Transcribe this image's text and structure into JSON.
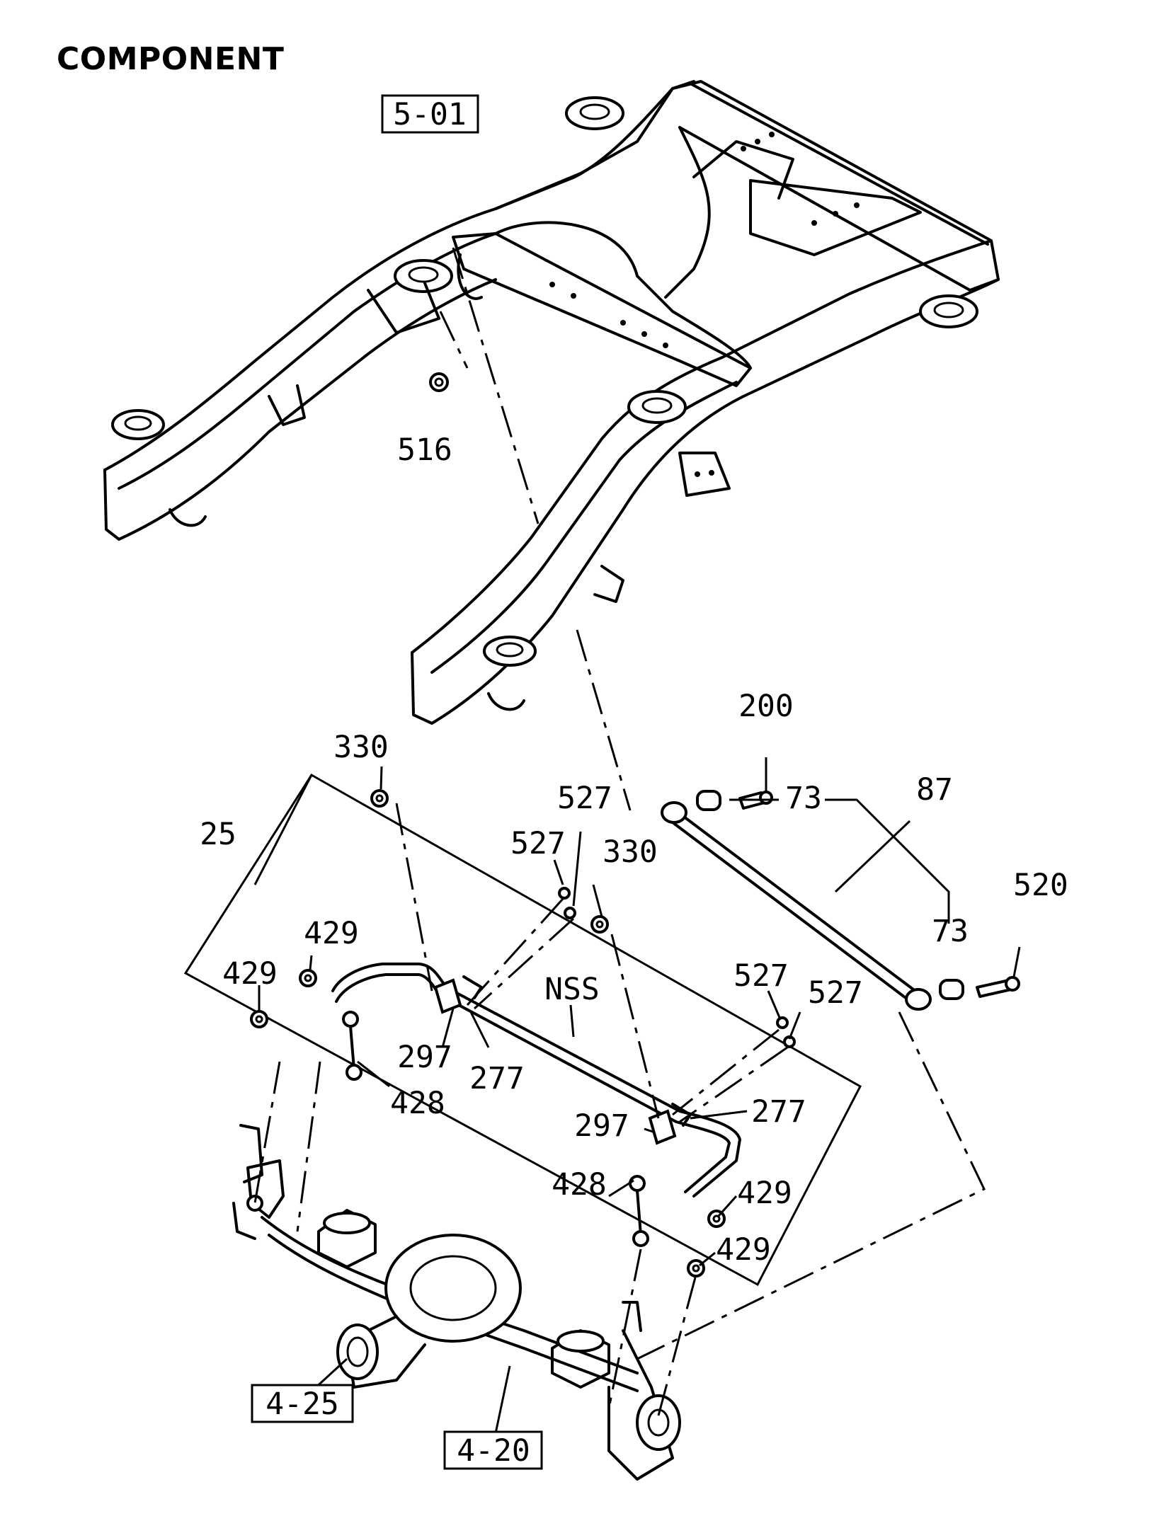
{
  "page": {
    "title": "COMPONENT"
  },
  "references": [
    {
      "id": "ref-5-01",
      "label": "5-01"
    },
    {
      "id": "ref-4-25",
      "label": "4-25"
    },
    {
      "id": "ref-4-20",
      "label": "4-20"
    }
  ],
  "callouts": [
    {
      "id": "c516",
      "label": "516"
    },
    {
      "id": "c200",
      "label": "200"
    },
    {
      "id": "c73a",
      "label": "73"
    },
    {
      "id": "c87",
      "label": "87"
    },
    {
      "id": "c520",
      "label": "520"
    },
    {
      "id": "c73b",
      "label": "73"
    },
    {
      "id": "c330a",
      "label": "330"
    },
    {
      "id": "c25",
      "label": "25"
    },
    {
      "id": "c527a",
      "label": "527"
    },
    {
      "id": "c527b",
      "label": "527"
    },
    {
      "id": "c330b",
      "label": "330"
    },
    {
      "id": "c429a",
      "label": "429"
    },
    {
      "id": "c429b",
      "label": "429"
    },
    {
      "id": "cNSS",
      "label": "NSS"
    },
    {
      "id": "c297a",
      "label": "297"
    },
    {
      "id": "c277a",
      "label": "277"
    },
    {
      "id": "c428a",
      "label": "428"
    },
    {
      "id": "c527c",
      "label": "527"
    },
    {
      "id": "c527d",
      "label": "527"
    },
    {
      "id": "c297b",
      "label": "297"
    },
    {
      "id": "c277b",
      "label": "277"
    },
    {
      "id": "c428b",
      "label": "428"
    },
    {
      "id": "c429c",
      "label": "429"
    },
    {
      "id": "c429d",
      "label": "429"
    }
  ]
}
